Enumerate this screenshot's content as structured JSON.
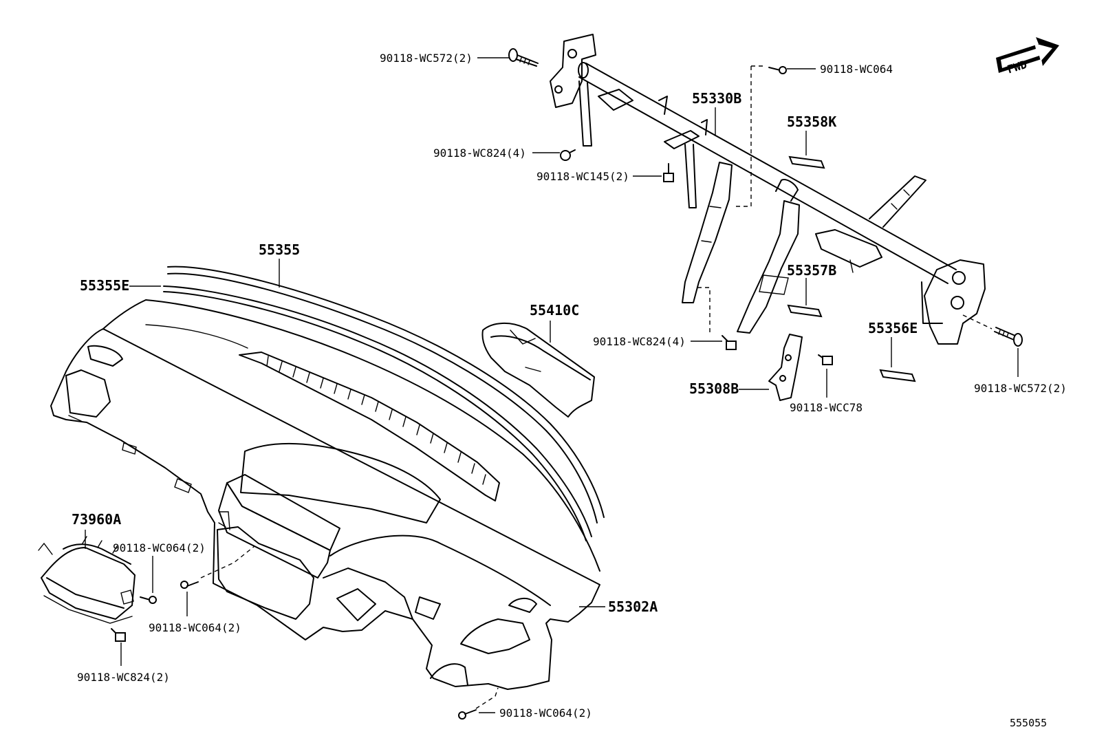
{
  "labels": {
    "l_90118_wc572_top": "90118-WC572(2)",
    "l_90118_wc064_top": "90118-WC064",
    "l_55330b": "55330B",
    "l_55358k": "55358K",
    "l_90118_wc824_a": "90118-WC824(4)",
    "l_90118_wc145": "90118-WC145(2)",
    "l_55355": "55355",
    "l_55355e": "55355E",
    "l_55410c": "55410C",
    "l_55357b": "55357B",
    "l_90118_wc824_b": "90118-WC824(4)",
    "l_55356e": "55356E",
    "l_55308b": "55308B",
    "l_90118_wcc78": "90118-WCC78",
    "l_90118_wc572_right": "90118-WC572(2)",
    "l_73960a": "73960A",
    "l_90118_wc064_a": "90118-WC064(2)",
    "l_90118_wc064_b": "90118-WC064(2)",
    "l_55302a": "55302A",
    "l_90118_wc824_c": "90118-WC824(2)",
    "l_90118_wc064_c": "90118-WC064(2)"
  },
  "fwd_badge": "FWD",
  "diagram_ref": "555055"
}
